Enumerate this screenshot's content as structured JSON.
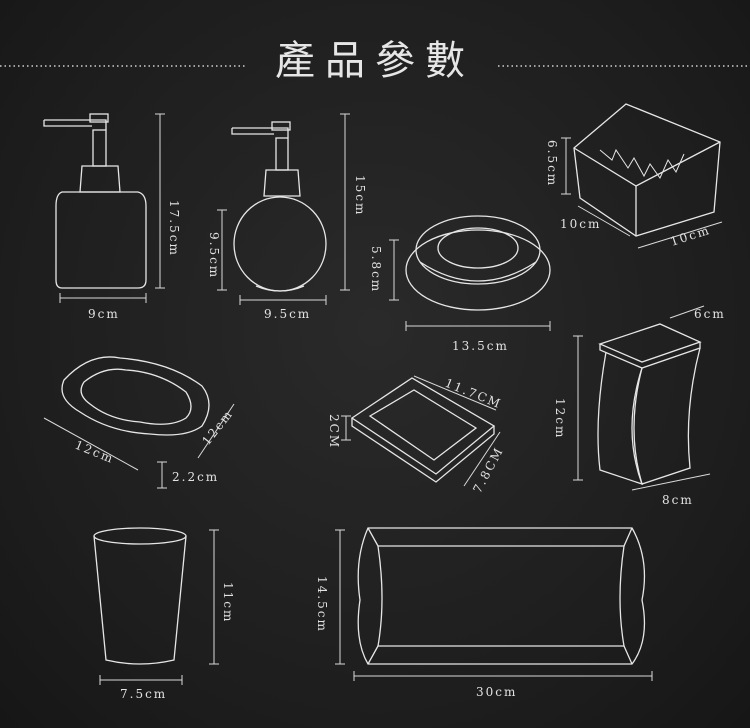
{
  "title": "產品參數",
  "dimensions": {
    "pump1_width": "9cm",
    "pump1_height": "17.5cm",
    "pump2_width": "9.5cm",
    "pump2_height": "15cm",
    "pump2_body_height": "9.5cm",
    "round_dish_width": "13.5cm",
    "round_dish_height": "5.8cm",
    "box_height": "6.5cm",
    "box_depth": "10cm",
    "box_width": "10cm",
    "soap_dish_width": "12cm",
    "soap_dish_depth": "12cm",
    "soap_dish_height": "2.2cm",
    "tray_small_length": "11.7CM",
    "tray_small_width": "7.8CM",
    "tray_small_height": "2CM",
    "holder_top": "6cm",
    "holder_height": "12cm",
    "holder_base": "8cm",
    "cup_width": "7.5cm",
    "cup_height": "11cm",
    "tray_large_length": "30cm",
    "tray_large_width": "14.5cm"
  }
}
